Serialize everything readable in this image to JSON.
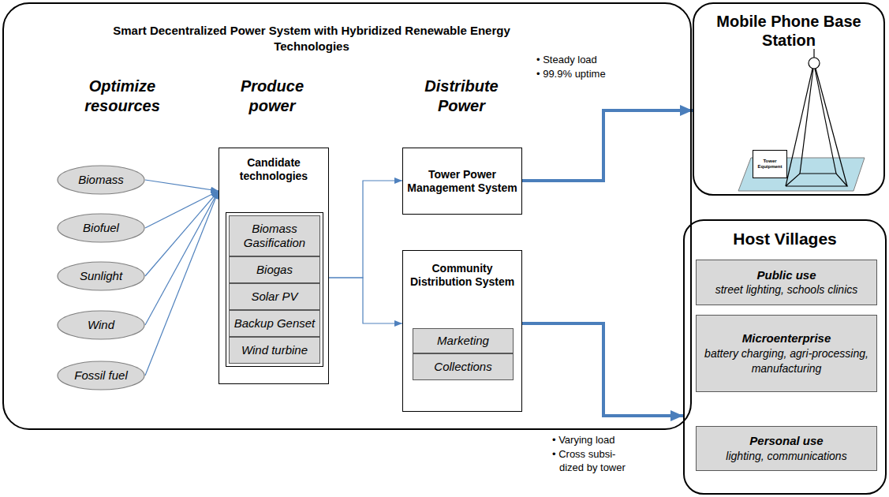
{
  "diagram": {
    "nodes": [
      {
        "text": [
          "Smart Decentralized Power System with Hybridized Renewable Energy Technologies"
        ]
      },
      {
        "text": [
          "Biomass"
        ],
        "in": 0
      },
      {
        "text": [
          "Biofuel"
        ],
        "in": 0
      },
      {
        "text": [
          "Sunlight"
        ],
        "in": 0
      },
      {
        "text": [
          "Wind"
        ],
        "in": 0
      },
      {
        "text": [
          "Fossil fuel"
        ],
        "in": 0
      },
      {
        "text": [
          "Candidate technologies"
        ],
        "in": 0
      },
      {
        "text": [
          "Biomass Gasification"
        ],
        "in": 6
      },
      {
        "text": [
          "Biogas"
        ],
        "in": 6
      },
      {
        "text": [
          "Solar PV"
        ],
        "in": 6
      },
      {
        "text": [
          "Backup Genset"
        ],
        "in": 6
      },
      {
        "text": [
          "Wind turbine"
        ],
        "in": 6
      },
      {
        "text": [
          "Tower Power Management System"
        ],
        "in": 0
      },
      {
        "text": [
          "Community Distribution System"
        ],
        "in": 0
      },
      {
        "text": [
          "Marketing"
        ],
        "in": 13
      },
      {
        "text": [
          "Collections"
        ],
        "in": 13
      },
      {
        "text": [
          "Mobile Phone Base Station"
        ]
      },
      {
        "text": [
          "Tower Equipment"
        ],
        "in": 16
      },
      {
        "text": [
          "Host Villages"
        ]
      },
      {
        "text": [
          "Public use",
          "street lighting, schools clinics"
        ],
        "in": 18
      },
      {
        "text": [
          "Microenterprise",
          "battery charging, agri-processing, manufacturing"
        ],
        "in": 18
      },
      {
        "text": [
          "Personal use",
          "lighting, communications"
        ],
        "in": 18
      }
    ],
    "edges": [
      {
        "from": 1,
        "to": 6,
        "arrow": "to"
      },
      {
        "from": 2,
        "to": 6,
        "arrow": "to"
      },
      {
        "from": 3,
        "to": 6,
        "arrow": "to"
      },
      {
        "from": 4,
        "to": 6,
        "arrow": "to"
      },
      {
        "from": 5,
        "to": 6,
        "arrow": "to"
      },
      {
        "from": 6,
        "to": 12,
        "arrow": "to"
      },
      {
        "from": 6,
        "to": 13,
        "arrow": "to"
      },
      {
        "from": 12,
        "to": 16,
        "arrow": "to"
      },
      {
        "from": 13,
        "to": 18,
        "arrow": "to"
      }
    ],
    "labels": [
      "Optimize resources",
      "Produce power",
      "Distribute Power",
      "• Steady load",
      "• 99.9% uptime",
      "• Varying load",
      "• Cross subsi- dized by tower"
    ]
  }
}
